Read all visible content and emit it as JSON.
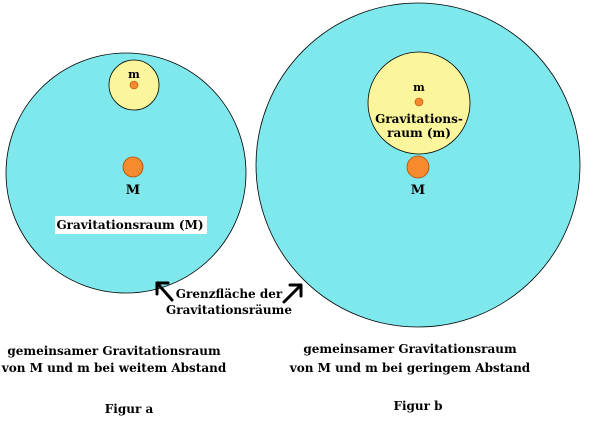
{
  "colors": {
    "space_fill": "#7fe8ec",
    "space_stroke": "#000000",
    "small_space_fill": "#fbf59c",
    "mass_fill": "#f78a2e",
    "background": "#ffffff"
  },
  "figure_a": {
    "small_mass_label": "m",
    "large_mass_label": "M",
    "space_label": "Gravitationsraum (M)",
    "caption_line1": "gemeinsamer Gravitationsraum",
    "caption_line2": "von M und m bei weitem Abstand",
    "title": "Figur a"
  },
  "figure_b": {
    "small_mass_label": "m",
    "small_space_label_line1": "Gravitations-",
    "small_space_label_line2": "raum (m)",
    "large_mass_label": "M",
    "caption_line1": "gemeinsamer Gravitationsraum",
    "caption_line2": "von M und m bei geringem Abstand",
    "title": "Figur b"
  },
  "boundary_label_line1": "Grenzfläche der",
  "boundary_label_line2": "Gravitationsräume",
  "icons": {
    "arrow_a": "arrow-up-left-icon",
    "arrow_b": "arrow-up-right-icon"
  }
}
